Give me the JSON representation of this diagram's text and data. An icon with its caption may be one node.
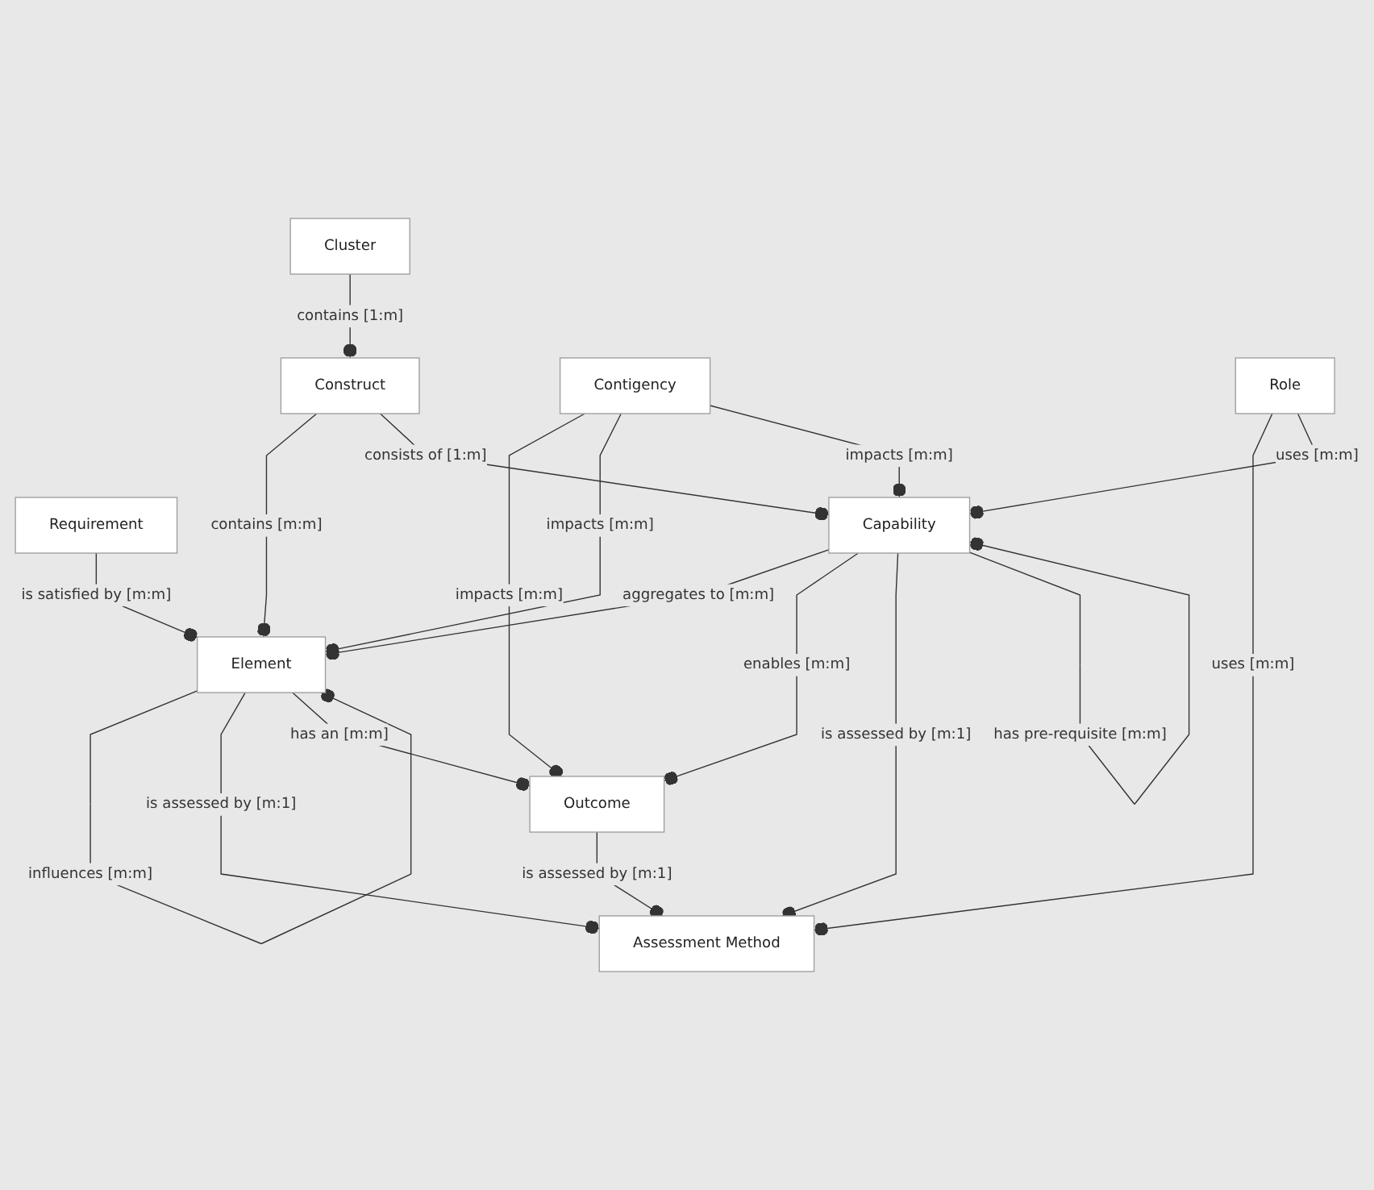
{
  "diagram": {
    "nodes": [
      {
        "text": [
          "Requirement"
        ]
      },
      {
        "text": [
          "Element"
        ]
      },
      {
        "text": [
          "Cluster"
        ]
      },
      {
        "text": [
          "Construct"
        ]
      },
      {
        "text": [
          "Outcome"
        ]
      },
      {
        "text": [
          "Contigency"
        ]
      },
      {
        "text": [
          "Assessment Method"
        ]
      },
      {
        "text": [
          "Capability"
        ]
      },
      {
        "text": [
          "Role"
        ]
      }
    ],
    "edges": [
      {
        "from": 0,
        "to": 1,
        "arrow": "other",
        "label": "is satisfied by [m:m]"
      },
      {
        "from": 1,
        "to": 1,
        "arrow": "other",
        "label": "influences [m:m]"
      },
      {
        "from": 1,
        "to": 6,
        "arrow": "other",
        "label": "is assessed by [m:1]"
      },
      {
        "from": 1,
        "to": 4,
        "arrow": "other",
        "label": "has an [m:m]"
      },
      {
        "from": 3,
        "to": 1,
        "arrow": "other",
        "label": "contains [m:m]"
      },
      {
        "from": 2,
        "to": 3,
        "arrow": "other",
        "label": "contains [1:m]"
      },
      {
        "from": 3,
        "to": 7,
        "arrow": "other",
        "label": "consists of [1:m]"
      },
      {
        "from": 5,
        "to": 4,
        "arrow": "other",
        "label": "impacts [m:m]"
      },
      {
        "from": 5,
        "to": 1,
        "arrow": "other",
        "label": "impacts [m:m]"
      },
      {
        "from": 5,
        "to": 7,
        "arrow": "other",
        "label": "impacts [m:m]"
      },
      {
        "from": 7,
        "to": 1,
        "arrow": "other",
        "label": "aggregates to [m:m]"
      },
      {
        "from": 4,
        "to": 6,
        "arrow": "other",
        "label": "is assessed by [m:1]"
      },
      {
        "from": 7,
        "to": 4,
        "arrow": "other",
        "label": "enables [m:m]"
      },
      {
        "from": 7,
        "to": 6,
        "arrow": "other",
        "label": "is assessed by [m:1]"
      },
      {
        "from": 7,
        "to": 7,
        "arrow": "other",
        "label": "has pre-requisite [m:m]"
      },
      {
        "from": 8,
        "to": 6,
        "arrow": "other",
        "label": "uses [m:m]"
      },
      {
        "from": 8,
        "to": 7,
        "arrow": "other",
        "label": "uses [m:m]"
      }
    ]
  }
}
